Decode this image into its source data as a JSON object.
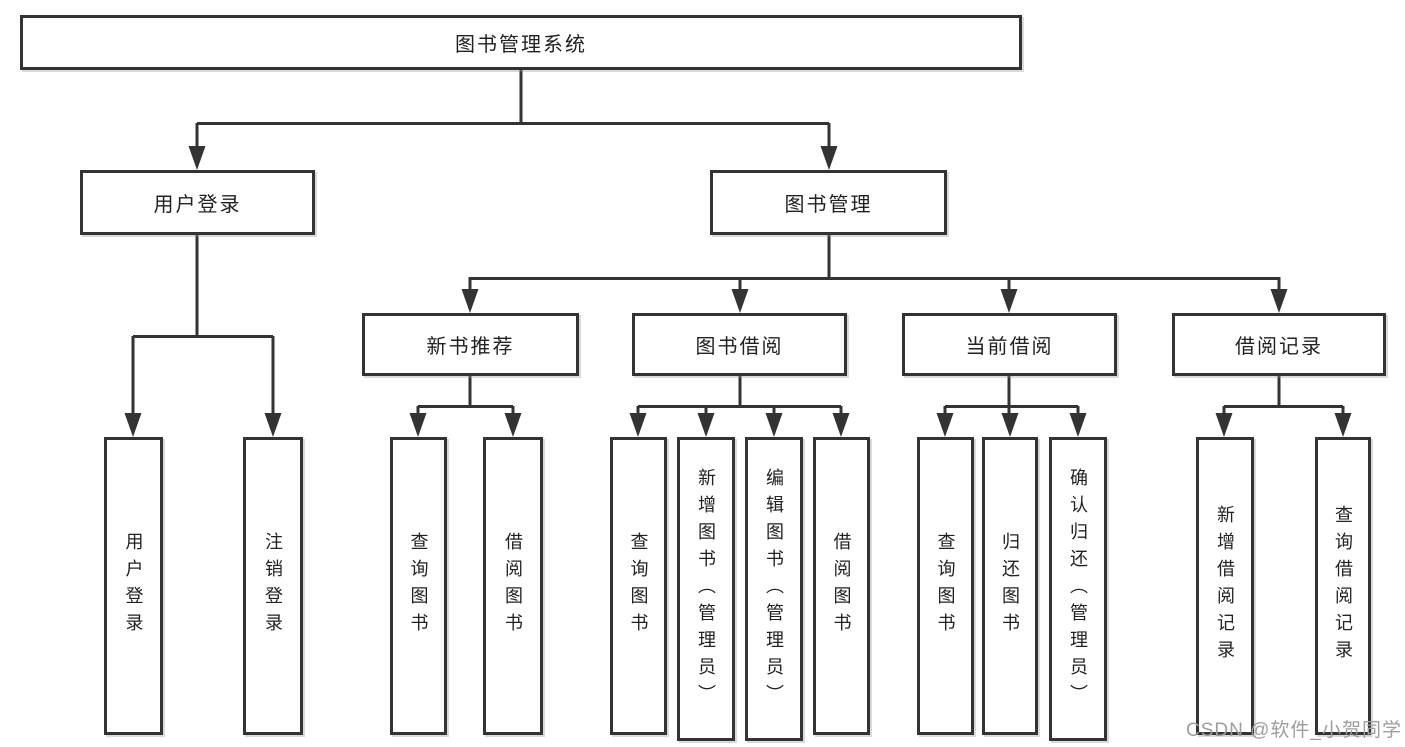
{
  "tree": {
    "label": "图书管理系统",
    "children": [
      {
        "label": "用户登录",
        "children": [
          {
            "label": "用户登录"
          },
          {
            "label": "注销登录"
          }
        ]
      },
      {
        "label": "图书管理",
        "children": [
          {
            "label": "新书推荐",
            "children": [
              {
                "label": "查询图书"
              },
              {
                "label": "借阅图书"
              }
            ]
          },
          {
            "label": "图书借阅",
            "children": [
              {
                "label": "查询图书"
              },
              {
                "label": "新增图书（管理员）"
              },
              {
                "label": "编辑图书（管理员）"
              },
              {
                "label": "借阅图书"
              }
            ]
          },
          {
            "label": "当前借阅",
            "children": [
              {
                "label": "查询图书"
              },
              {
                "label": "归还图书"
              },
              {
                "label": "确认归还（管理员）"
              }
            ]
          },
          {
            "label": "借阅记录",
            "children": [
              {
                "label": "新增借阅记录"
              },
              {
                "label": "查询借阅记录"
              }
            ]
          }
        ]
      }
    ]
  },
  "watermark": {
    "text": "CSDN @软件_小贺同学"
  },
  "colors": {
    "line": "#333333",
    "box_border": "#333333",
    "text": "#222222",
    "watermark": "#9e9e9e",
    "background": "#ffffff"
  }
}
